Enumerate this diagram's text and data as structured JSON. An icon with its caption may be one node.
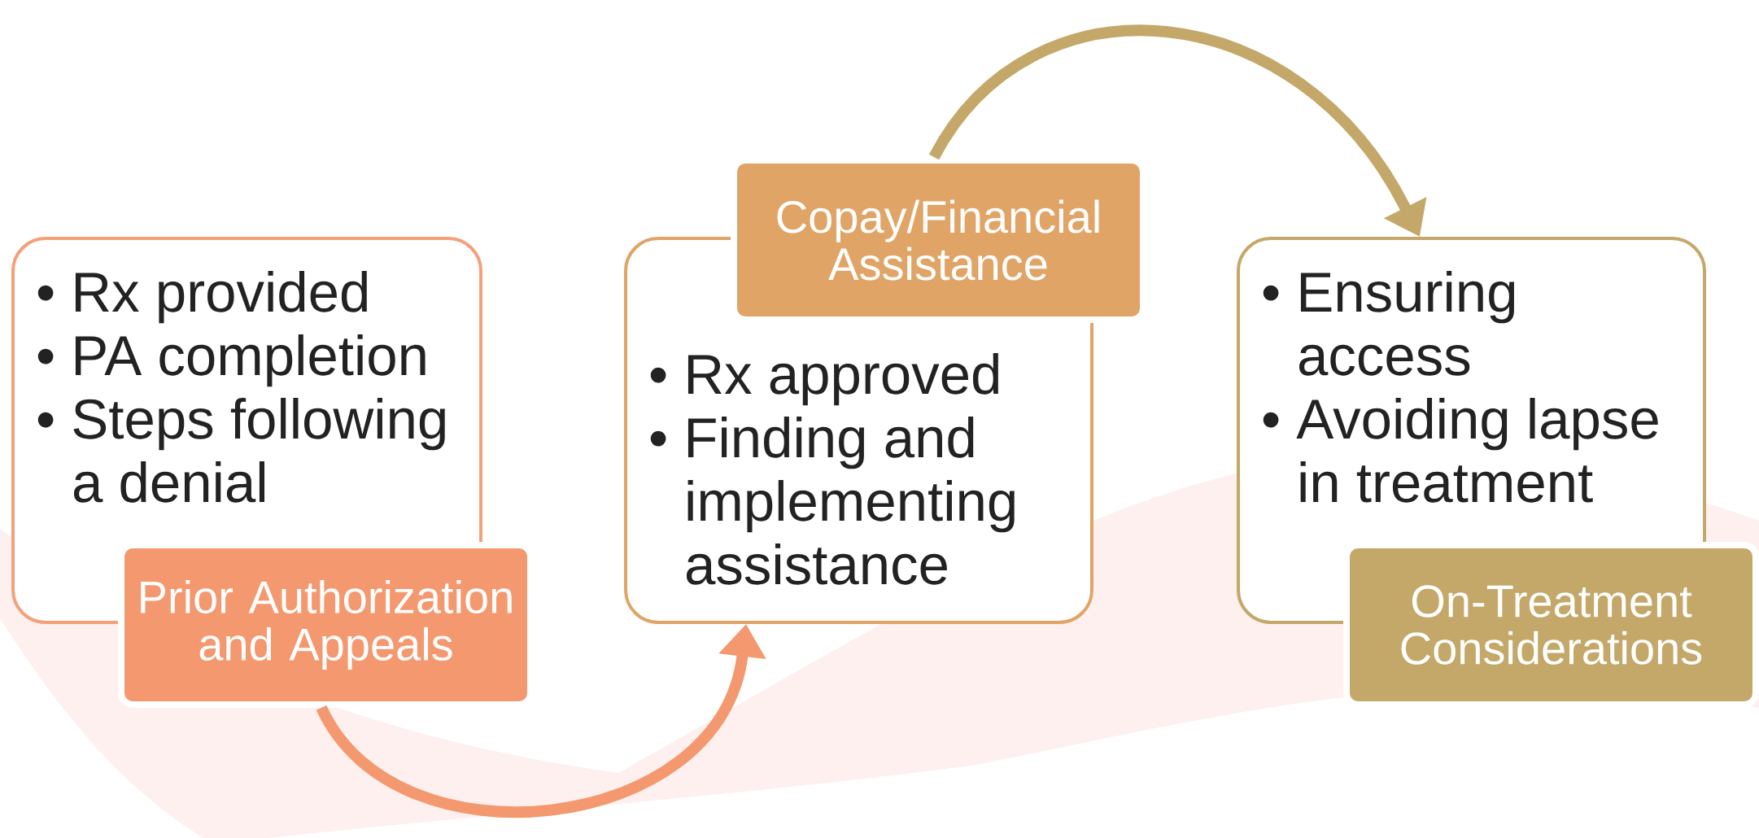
{
  "diagram": {
    "nodes": [
      {
        "text": [
          "• Rx provided",
          "• PA completion",
          "• Steps following a denial"
        ]
      },
      {
        "text": [
          "Prior Authorization and Appeals"
        ]
      },
      {
        "text": [
          "• Rx approved",
          "• Finding and implementing assistance"
        ]
      },
      {
        "text": [
          "Copay/Financial Assistance"
        ]
      },
      {
        "text": [
          "• Ensuring access",
          "• Avoiding lapse in treatment"
        ]
      },
      {
        "text": [
          "On-Treatment Considerations"
        ]
      }
    ],
    "edges": [
      {
        "from": 1,
        "to": 2,
        "arrow": "to",
        "color": "#f4986f"
      },
      {
        "from": 3,
        "to": 4,
        "arrow": "to",
        "color": "#c4a86a"
      }
    ]
  }
}
